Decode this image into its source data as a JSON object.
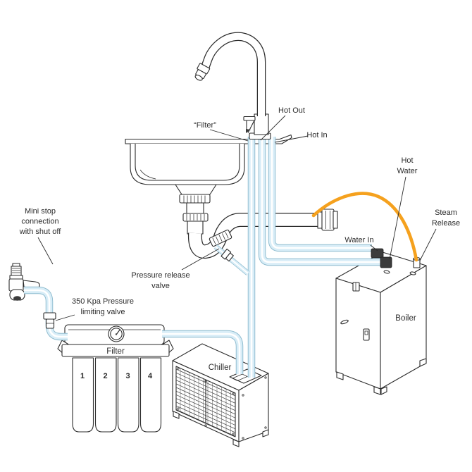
{
  "colors": {
    "line": "#2b2b2b",
    "pipe_edge": "#8fbccf",
    "pipe_fill": "#d8edf7",
    "hose_orange": "#f5a11e",
    "fitting_dark": "#3c3c3c"
  },
  "sink_area": {
    "faucet_filter_label": "“Filter”",
    "hot_out_label": "Hot Out",
    "hot_in_label": "Hot In"
  },
  "boiler_area": {
    "hot_water_label": [
      "Hot",
      "Water"
    ],
    "steam_release_label": [
      "Steam",
      "Release"
    ],
    "water_in_label": "Water In",
    "boiler_label": "Boiler"
  },
  "supply_area": {
    "mini_stop_label": [
      "Mini stop",
      "connection",
      "with shut off"
    ],
    "pressure_limiting_label": [
      "350 Kpa Pressure",
      "limiting valve"
    ],
    "pressure_release_label": [
      "Pressure release",
      "valve"
    ]
  },
  "filter_unit": {
    "label": "Filter",
    "cartridges": [
      "1",
      "2",
      "3",
      "4"
    ]
  },
  "chiller_unit": {
    "label": "Chiller"
  }
}
